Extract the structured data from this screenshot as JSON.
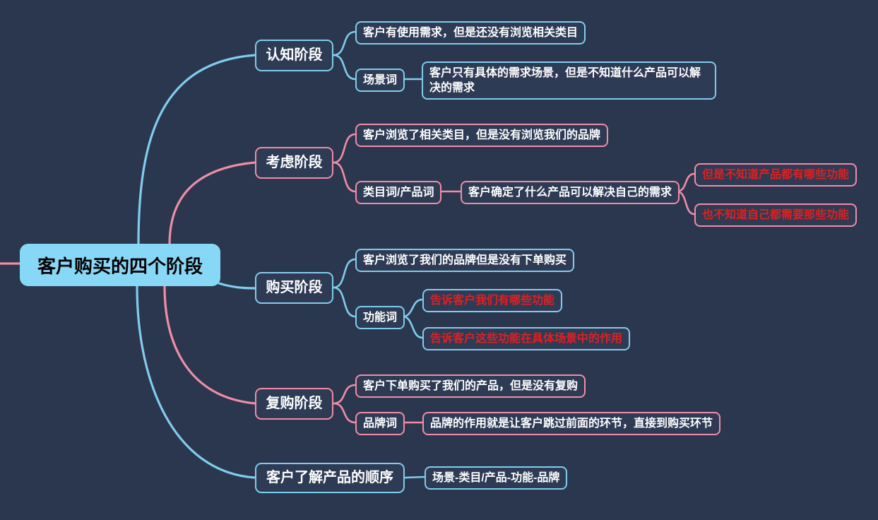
{
  "title": "客户购买的四个阶段思维导图",
  "colors": {
    "background": "#2b374e",
    "branch_blue": "#7fcdee",
    "branch_pink": "#f18ca7",
    "alert_red": "#e21f1f",
    "central_fill": "#87d8f6",
    "node_text": "#ffffff",
    "central_text": "#000000"
  },
  "mindmap": {
    "root": "客户购买的四个阶段",
    "branches": [
      {
        "label": "认知阶段",
        "color": "blue",
        "children": [
          {
            "label": "客户有使用需求，但是还没有浏览相关类目"
          },
          {
            "label": "场景词",
            "children": [
              {
                "label": "客户只有具体的需求场景，但是不知道什么产品可以解决的需求"
              }
            ]
          }
        ]
      },
      {
        "label": "考虑阶段",
        "color": "pink",
        "children": [
          {
            "label": "客户浏览了相关类目，但是没有浏览我们的品牌"
          },
          {
            "label": "类目词/产品词",
            "children": [
              {
                "label": "客户确定了什么产品可以解决自己的需求",
                "children": [
                  {
                    "label": "但是不知道产品都有哪些功能"
                  },
                  {
                    "label": "也不知道自己都需要那些功能"
                  }
                ]
              }
            ]
          }
        ]
      },
      {
        "label": "购买阶段",
        "color": "blue",
        "children": [
          {
            "label": "客户浏览了我们的品牌但是没有下单购买"
          },
          {
            "label": "功能词",
            "children": [
              {
                "label": "告诉客户我们有哪些功能"
              },
              {
                "label": "告诉客户这些功能在具体场景中的作用"
              }
            ]
          }
        ]
      },
      {
        "label": "复购阶段",
        "color": "pink",
        "children": [
          {
            "label": "客户下单购买了我们的产品，但是没有复购"
          },
          {
            "label": "品牌词",
            "children": [
              {
                "label": "品牌的作用就是让客户跳过前面的环节，直接到购买环节"
              }
            ]
          }
        ]
      },
      {
        "label": "客户了解产品的顺序",
        "color": "blue",
        "children": [
          {
            "label": "场景-类目/产品-功能-品牌"
          }
        ]
      }
    ]
  }
}
